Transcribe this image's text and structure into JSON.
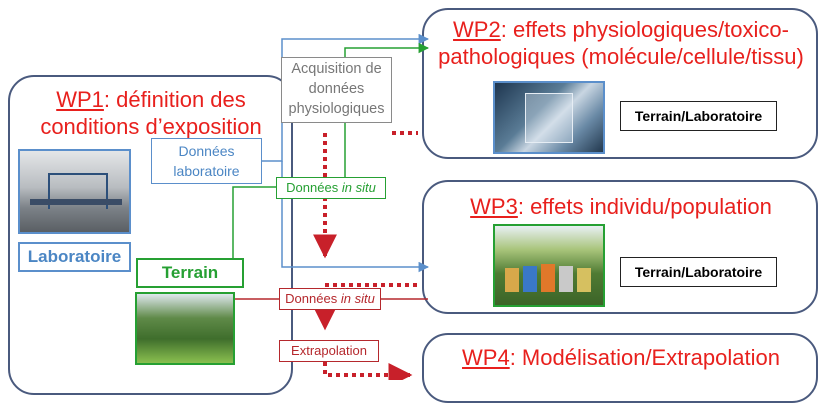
{
  "wp1": {
    "code": "WP1",
    "title": ": définition des",
    "title2": "conditions d’exposition"
  },
  "wp2": {
    "code": "WP2",
    "title": ": effets physiologiques/toxico-",
    "title2": "pathologiques (molécule/cellule/tissu)",
    "context": "Terrain/Laboratoire"
  },
  "wp3": {
    "code": "WP3",
    "title": ": effets individu/population",
    "context": "Terrain/Laboratoire"
  },
  "wp4": {
    "code": "WP4",
    "title": ": Modélisation/Extrapolation"
  },
  "labels": {
    "acquisition": "Acquisition de données physiologiques",
    "donnees_labo": "Données laboratoire",
    "donnees": "Données",
    "in_situ": "in situ",
    "extrapolation": "Extrapolation",
    "laboratoire": "Laboratoire",
    "terrain": "Terrain"
  },
  "colors": {
    "title": "#e8201d",
    "panel_border": "#4a5a7e",
    "lab_blue": "#5b8fcb",
    "field_green": "#26a033",
    "field_red": "#b5282d",
    "acquisition_gray": "#8a8a8a"
  }
}
